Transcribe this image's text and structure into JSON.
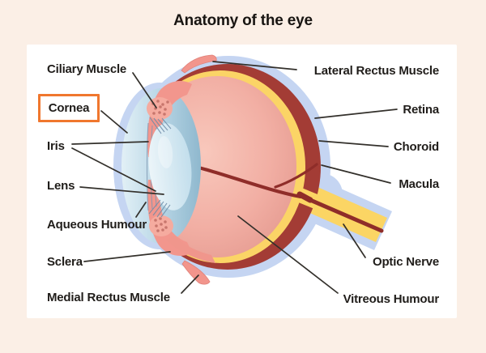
{
  "title": "Anatomy of the eye",
  "eye_diagram": {
    "left_labels": [
      "Ciliary Muscle",
      "Cornea",
      "Iris",
      "Lens",
      "Aqueous Humour",
      "Sclera",
      "Medial Rectus Muscle"
    ],
    "right_labels": [
      "Lateral Rectus Muscle",
      "Retina",
      "Choroid",
      "Macula",
      "Optic Nerve",
      "Vitreous Humour"
    ],
    "highlighted_label": "Cornea"
  },
  "colors": {
    "page_background": "#FBEFE6",
    "card_background": "#FFFFFF",
    "label_text": "#201D1A",
    "pointer_line": "#33302B",
    "highlight_box_border": "#F0772E",
    "sclera_outer_blue": "#C5D5F2",
    "choroid_dark_red": "#A33C35",
    "retina_yellow": "#FBD466",
    "vitreous_pink": "#F2AFA4",
    "cornea_blue": "#BBD8E7",
    "lens_blue": "#D9EBF3",
    "muscle_pink": "#F2958C",
    "optic_nerve_yellow": "#FBD564",
    "vessel_dark_red": "#8F2D29"
  }
}
